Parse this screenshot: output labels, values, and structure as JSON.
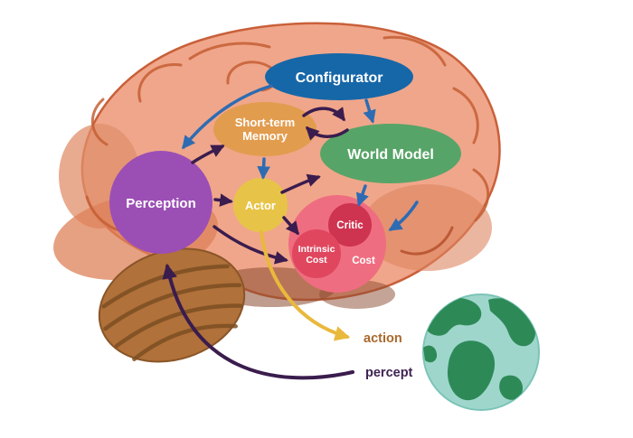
{
  "diagram": {
    "title": "autonomous-intelligence-brain-architecture",
    "nodes": {
      "configurator": {
        "label": "Configurator",
        "color": "#1667a8"
      },
      "short_term_memory": {
        "line1": "Short-term",
        "line2": "Memory",
        "color": "#e29c4e"
      },
      "world_model": {
        "label": "World Model",
        "color": "#57a468"
      },
      "perception": {
        "label": "Perception",
        "color": "#9b4fb5"
      },
      "actor": {
        "label": "Actor",
        "color": "#e7c447"
      },
      "cost_group": {
        "color": "#ef6d80"
      },
      "critic": {
        "label": "Critic",
        "color": "#ce3350"
      },
      "intrinsic_cost": {
        "line1": "Intrinsic",
        "line2": "Cost",
        "color": "#e0475e"
      },
      "cost": {
        "label": "Cost"
      }
    },
    "labels": {
      "action": {
        "text": "action",
        "color": "#a9692c"
      },
      "percept": {
        "text": "percept",
        "color": "#3f2352"
      }
    },
    "colors": {
      "arrow_blue": "#2d6cb3",
      "arrow_purple": "#3a1c4e",
      "arrow_yellow": "#e9b93d",
      "text_on_node": "#ffffff"
    },
    "scene": {
      "brain_base": "#f0a68a",
      "brain_shade": "#d3764f",
      "brain_outline": "#c9603a",
      "cerebellum": "#b0713a",
      "cerebellum_stripe": "#7d4e22",
      "earth_water": "#9fd6cc",
      "earth_land": "#2d8a57"
    }
  }
}
